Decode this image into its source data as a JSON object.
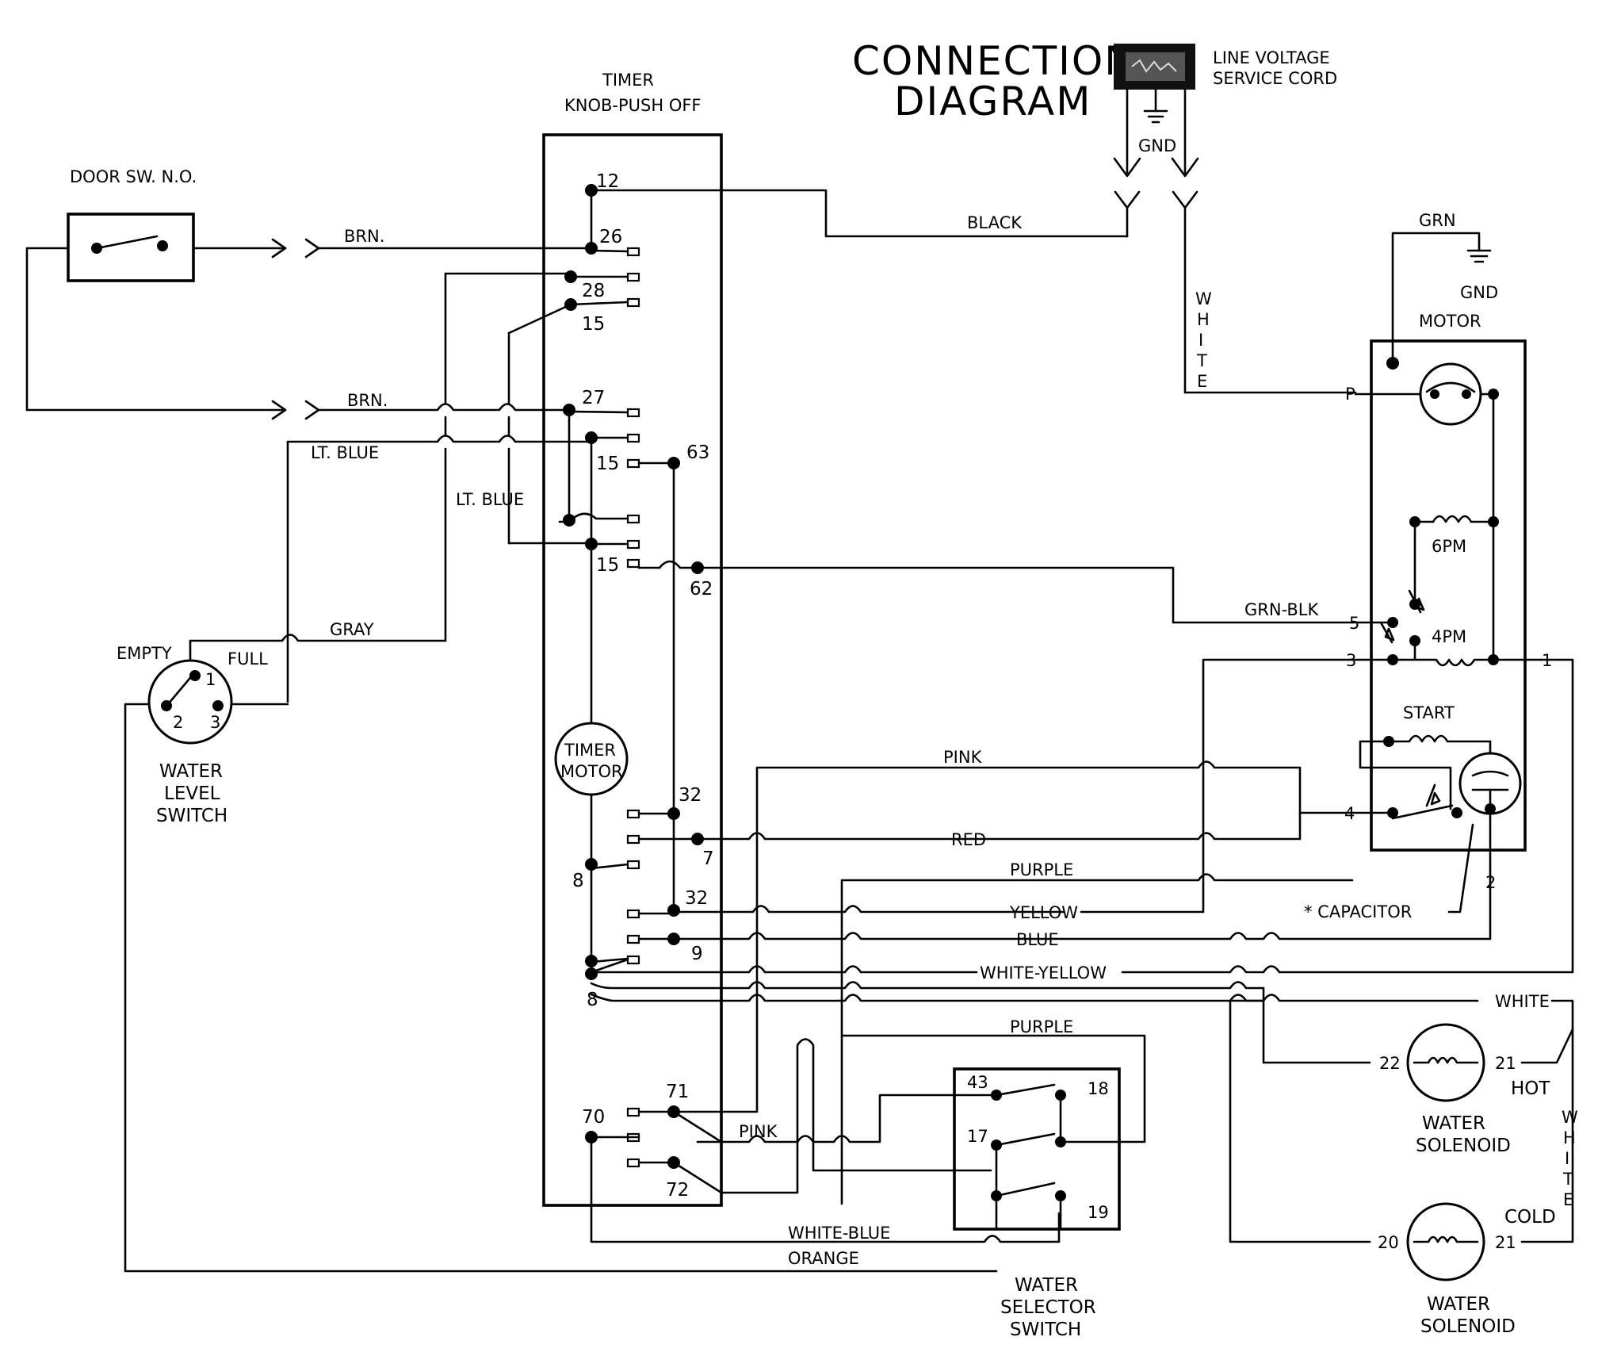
{
  "title": {
    "line1": "CONNECTION",
    "line2": "DIAGRAM"
  },
  "service_cord": {
    "label1": "LINE VOLTAGE",
    "label2": "SERVICE CORD",
    "ground": "GND"
  },
  "timer": {
    "label1": "TIMER",
    "label2": "KNOB-PUSH OFF",
    "motor1": "TIMER",
    "motor2": "MOTOR"
  },
  "door_switch": {
    "label": "DOOR SW. N.O."
  },
  "water_level_switch": {
    "label1": "WATER",
    "label2": "LEVEL",
    "label3": "SWITCH",
    "empty": "EMPTY",
    "full": "FULL",
    "t1": "1",
    "t2": "2",
    "t3": "3"
  },
  "motor": {
    "label": "MOTOR",
    "grn": "GRN",
    "gnd": "GND",
    "speed_6": "6PM",
    "speed_4": "4PM",
    "start": "START",
    "capacitor": "* CAPACITOR",
    "terminals": {
      "p": "P",
      "t5": "5",
      "t3": "3",
      "t4": "4",
      "t1": "1",
      "t2": "2"
    }
  },
  "water_selector_switch": {
    "label1": "WATER",
    "label2": "SELECTOR",
    "label3": "SWITCH",
    "t43": "43",
    "t18": "18",
    "t17": "17",
    "t19": "19"
  },
  "hot_solenoid": {
    "label1": "WATER",
    "label2": "SOLENOID",
    "name": "HOT",
    "t22": "22",
    "t21": "21"
  },
  "cold_solenoid": {
    "label1": "WATER",
    "label2": "SOLENOID",
    "name": "COLD",
    "t20": "20",
    "t21": "21"
  },
  "timer_terminals": {
    "t12": "12",
    "t26": "26",
    "t28": "28",
    "t15a": "15",
    "t27": "27",
    "t15b": "15",
    "t63": "63",
    "t15c": "15",
    "t62": "62",
    "t32a": "32",
    "t7": "7",
    "t8a": "8",
    "t32b": "32",
    "t9": "9",
    "t8b": "8",
    "t71": "71",
    "t70": "70",
    "t72": "72"
  },
  "wires": {
    "brn1": "BRN.",
    "brn2": "BRN.",
    "lt_blue1": "LT. BLUE",
    "lt_blue2": "LT. BLUE",
    "gray": "GRAY",
    "black": "BLACK",
    "white_cord": [
      "W",
      "H",
      "I",
      "T",
      "E"
    ],
    "grn_blk": "GRN-BLK",
    "pink": "PINK",
    "red": "RED",
    "purple": "PURPLE",
    "yellow": "YELLOW",
    "blue": "BLUE",
    "white_yellow": "WHITE-YELLOW",
    "white": "WHITE",
    "purple2": "PURPLE",
    "pink2": "PINK",
    "white_blue": "WHITE-BLUE",
    "orange": "ORANGE",
    "white_right": [
      "W",
      "H",
      "I",
      "T",
      "E"
    ]
  }
}
